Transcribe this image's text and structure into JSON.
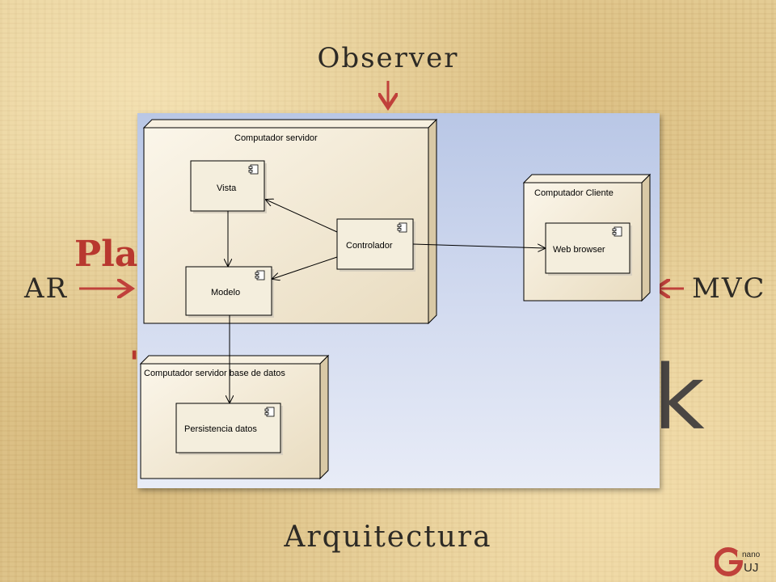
{
  "slide": {
    "top_label": "Observer",
    "bottom_label": "Arquitectura",
    "left_label": "AR",
    "right_label": "MVC",
    "partial_title": "Pla",
    "partial_big_text": "k",
    "partial_mark": "'"
  },
  "diagram": {
    "nodes": {
      "server": "Computador servidor",
      "client": "Computador Cliente",
      "db": "Computador servidor base de datos"
    },
    "components": {
      "vista": "Vista",
      "modelo": "Modelo",
      "controlador": "Controlador",
      "web": "Web browser",
      "persistencia": "Persistencia datos"
    }
  },
  "logo": {
    "letter": "G",
    "top": "nano",
    "bottom": "UJ"
  },
  "colors": {
    "accent_red": "#b8382f",
    "arrow_red": "#c0413b",
    "node_fill": "#f3ead6",
    "panel_blue": "#b9c7e6"
  }
}
